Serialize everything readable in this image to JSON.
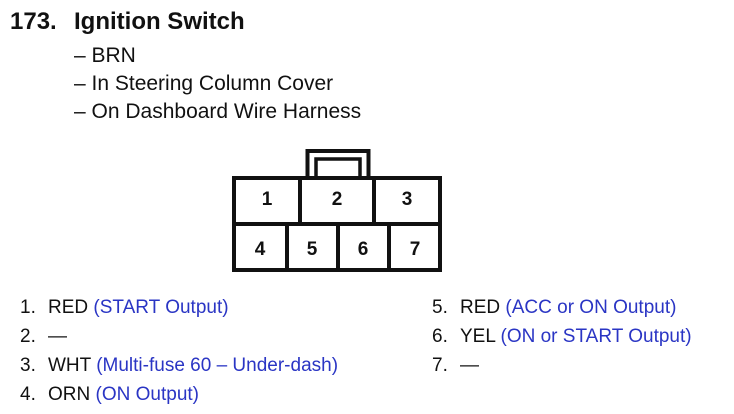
{
  "header": {
    "number": "173.",
    "title": "Ignition Switch"
  },
  "details": [
    "– BRN",
    "– In Steering Column Cover",
    "– On Dashboard Wire Harness"
  ],
  "connector": {
    "pins": [
      "1",
      "2",
      "3",
      "4",
      "5",
      "6",
      "7"
    ]
  },
  "pin_list": {
    "left": [
      {
        "number": "1.",
        "color": "RED",
        "desc": "(START Output)"
      },
      {
        "number": "2.",
        "color": "—",
        "desc": ""
      },
      {
        "number": "3.",
        "color": "WHT",
        "desc": "(Multi-fuse 60 – Under-dash)"
      },
      {
        "number": "4.",
        "color": "ORN",
        "desc": "(ON Output)"
      }
    ],
    "right": [
      {
        "number": "5.",
        "color": "RED",
        "desc": "(ACC or ON Output)"
      },
      {
        "number": "6.",
        "color": "YEL",
        "desc": "(ON or START Output)"
      },
      {
        "number": "7.",
        "color": "—",
        "desc": ""
      }
    ]
  }
}
